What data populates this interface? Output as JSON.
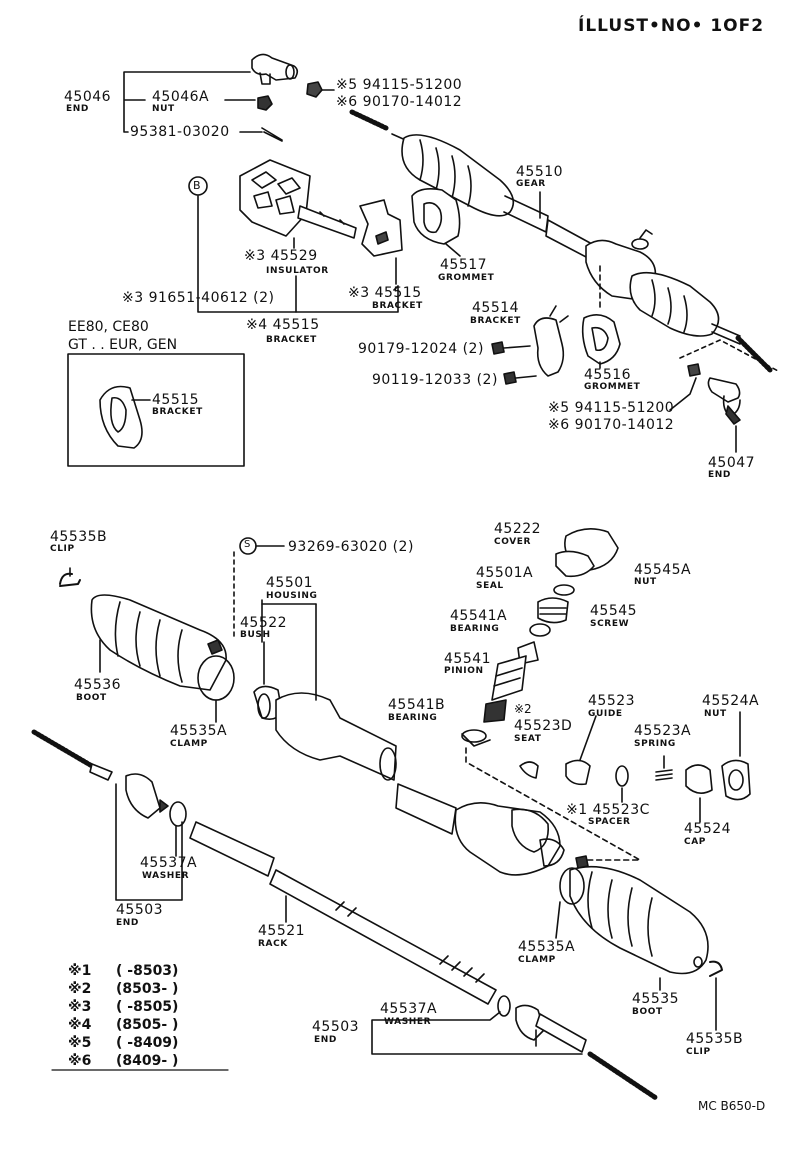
{
  "header": {
    "illust_label": "ÍLLUST•NO• 1OF2"
  },
  "drawing_code": "MC B650-D",
  "upper_group": {
    "end_45046": {
      "number": "45046",
      "name": "END"
    },
    "nut_45046A": {
      "number": "45046A",
      "name": "NUT"
    },
    "pin_95381": {
      "number": "95381-03020"
    },
    "nut_94115_a": {
      "text": "※5 94115-51200"
    },
    "nut_90170_a": {
      "text": "※6 90170-14012"
    },
    "gear_45510": {
      "number": "45510",
      "name": "GEAR"
    },
    "ref_b": {
      "text": "B"
    },
    "insulator_45529": {
      "number": "※3 45529",
      "name": "INSULATOR"
    },
    "grommet_45517": {
      "number": "45517",
      "name": "GROMMET"
    },
    "bolt_91651": {
      "text": "※3 91651-40612 (2)"
    },
    "bracket_45515_a": {
      "number": "※3 45515",
      "name": "BRACKET"
    },
    "bracket_45515_b": {
      "number": "※4 45515",
      "name": "BRACKET"
    },
    "bracket_45514": {
      "number": "45514",
      "name": "BRACKET"
    },
    "bolt_90179": {
      "text": "90179-12024 (2)"
    },
    "bolt_90119": {
      "text": "90119-12033 (2)"
    },
    "grommet_45516": {
      "number": "45516",
      "name": "GROMMET"
    },
    "nut_94115_b": {
      "text": "※5 94115-51200"
    },
    "nut_90170_b": {
      "text": "※6 90170-14012"
    },
    "end_45047": {
      "number": "45047",
      "name": "END"
    },
    "inset": {
      "line1": "EE80, CE80",
      "line2": "GT . . EUR, GEN",
      "part_number": "45515",
      "part_name": "BRACKET"
    }
  },
  "lower_group": {
    "clip_45535B_a": {
      "number": "45535B",
      "name": "CLIP"
    },
    "screw_93269": {
      "mark": "S",
      "text": "93269-63020 (2)"
    },
    "housing_45501": {
      "number": "45501",
      "name": "HOUSING"
    },
    "bush_45522": {
      "number": "45522",
      "name": "BUSH"
    },
    "boot_45536": {
      "number": "45536",
      "name": "BOOT"
    },
    "clamp_45535A_a": {
      "number": "45535A",
      "name": "CLAMP"
    },
    "cover_45222": {
      "number": "45222",
      "name": "COVER"
    },
    "seal_45501A": {
      "number": "45501A",
      "name": "SEAL"
    },
    "nut_45545A": {
      "number": "45545A",
      "name": "NUT"
    },
    "bearing_45541A": {
      "number": "45541A",
      "name": "BEARING"
    },
    "screw_45545": {
      "number": "45545",
      "name": "SCREW"
    },
    "pinion_45541": {
      "number": "45541",
      "name": "PINION"
    },
    "mark_2": {
      "text": "※2"
    },
    "bearing_45541B": {
      "number": "45541B",
      "name": "BEARING"
    },
    "guide_45523": {
      "number": "45523",
      "name": "GUIDE"
    },
    "seat_45523D": {
      "number": "45523D",
      "name": "SEAT"
    },
    "nut_45524A": {
      "number": "45524A",
      "name": "NUT"
    },
    "spring_45523A": {
      "number": "45523A",
      "name": "SPRING"
    },
    "spacer_45523C": {
      "number": "※1 45523C",
      "name": "SPACER"
    },
    "cap_45524": {
      "number": "45524",
      "name": "CAP"
    },
    "washer_45537A_a": {
      "number": "45537A",
      "name": "WASHER"
    },
    "end_45503_a": {
      "number": "45503",
      "name": "END"
    },
    "rack_45521": {
      "number": "45521",
      "name": "RACK"
    },
    "clamp_45535A_b": {
      "number": "45535A",
      "name": "CLAMP"
    },
    "boot_45535": {
      "number": "45535",
      "name": "BOOT"
    },
    "clip_45535B_b": {
      "number": "45535B",
      "name": "CLIP"
    },
    "washer_45537A_b": {
      "number": "45537A",
      "name": "WASHER"
    },
    "end_45503_b": {
      "number": "45503",
      "name": "END"
    }
  },
  "legend": [
    {
      "mark": "※1",
      "range": "(      -8503)"
    },
    {
      "mark": "※2",
      "range": "(8503-      )"
    },
    {
      "mark": "※3",
      "range": "(      -8505)"
    },
    {
      "mark": "※4",
      "range": "(8505-      )"
    },
    {
      "mark": "※5",
      "range": "(      -8409)"
    },
    {
      "mark": "※6",
      "range": "(8409-      )"
    }
  ]
}
